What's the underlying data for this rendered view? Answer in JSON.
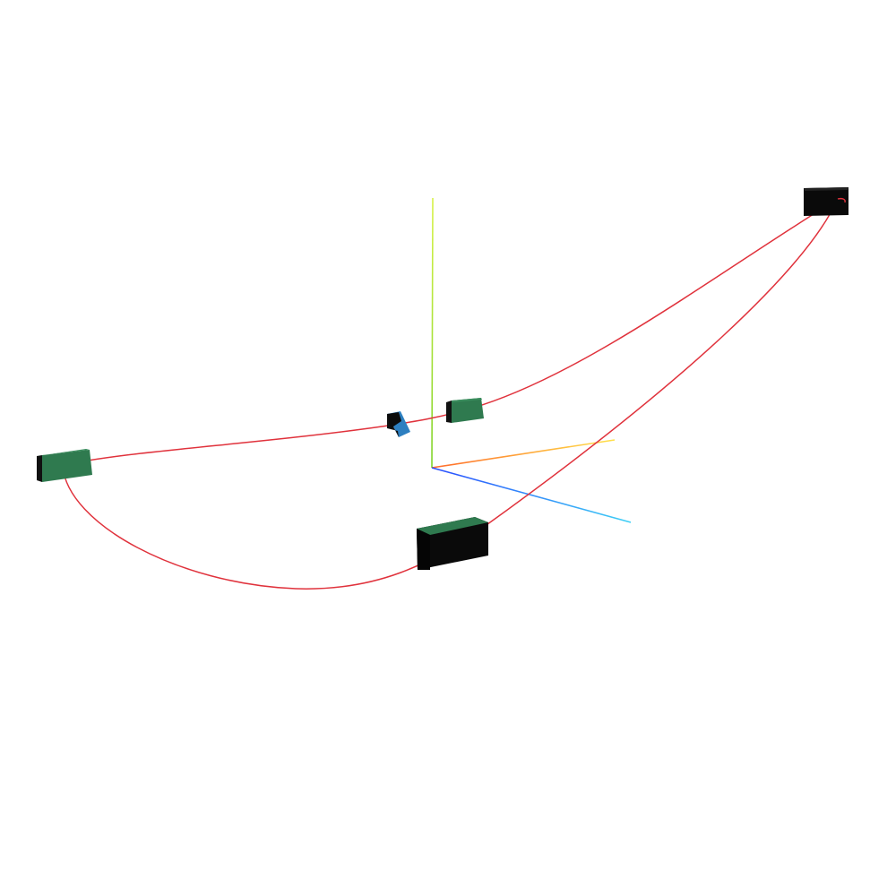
{
  "scene": {
    "background": "#ffffff",
    "axes": {
      "x_axis": {
        "color_start": "#ff6a2a",
        "color_end": "#ffe14a"
      },
      "y_axis": {
        "color_start": "#7fd32a",
        "color_end": "#d8f24a"
      },
      "z_axis": {
        "color_start": "#2a4cff",
        "color_end": "#3fd0f5"
      }
    },
    "path": {
      "color": "#e0323c",
      "label": ""
    },
    "boxes": [
      {
        "id": "box-left",
        "color": "#2f7a4f",
        "shade": "#1f5a38"
      },
      {
        "id": "box-center-blue",
        "color": "#2d7fc0",
        "shade": "#111111"
      },
      {
        "id": "box-center-green",
        "color": "#2f7a4f",
        "shade": "#1f5a38"
      },
      {
        "id": "box-bottom-black",
        "color": "#0a0a0a",
        "shade": "#000000"
      },
      {
        "id": "box-top-right-black",
        "color": "#0a0a0a",
        "shade": "#000000"
      }
    ]
  }
}
